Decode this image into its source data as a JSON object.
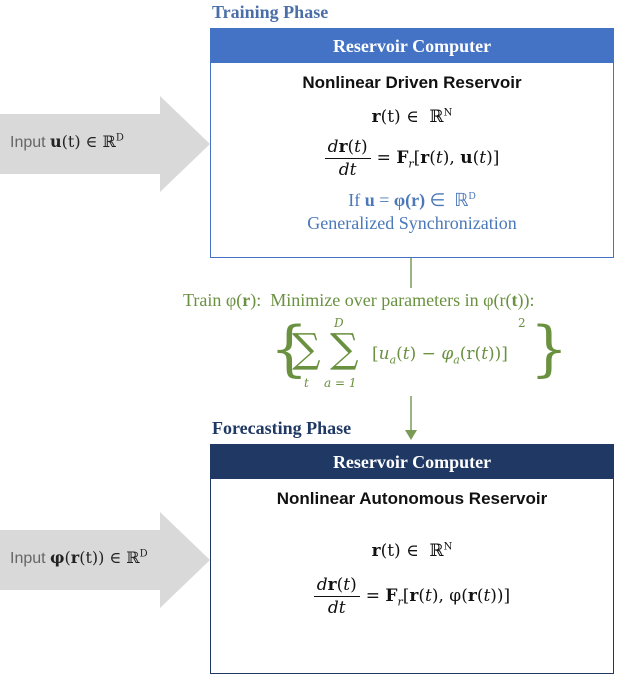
{
  "training": {
    "phase_title": "Training Phase",
    "header": "Reservoir Computer",
    "subtitle": "Nonlinear Driven Reservoir",
    "state_eq": "r(t) ∈ ℝᴺ",
    "ode_lhs_num": "dr(t)",
    "ode_lhs_den": "dt",
    "ode_rhs": "= F r[r(t), u(t)]",
    "condition": "If u = φ(r) ∈ ℝᴰ",
    "sync_label": "Generalized Synchronization",
    "input_label": "Input u(t) ∈ ℝᴰ"
  },
  "train_step": {
    "text": "Train φ(r):  Minimize over parameters in φ(r(t)):",
    "sum_outer_sub": "t",
    "sum_inner_sup": "D",
    "sum_inner_sub": "a = 1",
    "bracket_expr": "[u a(t) − φ a(r(t))]",
    "exponent": "2"
  },
  "forecasting": {
    "phase_title": "Forecasting Phase",
    "header": "Reservoir Computer",
    "subtitle": "Nonlinear Autonomous Reservoir",
    "state_eq": "r(t) ∈ ℝᴺ",
    "ode_lhs_num": "dr(t)",
    "ode_lhs_den": "dt",
    "ode_rhs": "= F r[r(t), φ(r(t))]",
    "input_label": "Input φ(r(t)) ∈ ℝᴰ"
  },
  "colors": {
    "training_border": "#4472c4",
    "training_header": "#4472c4",
    "forecast_border": "#1f3864",
    "forecast_header": "#1f3864",
    "accent_blue": "#4a78b9",
    "accent_green": "#6a9140",
    "arrow_gray": "#d9d9d9",
    "connector_green": "#7a9a55"
  }
}
